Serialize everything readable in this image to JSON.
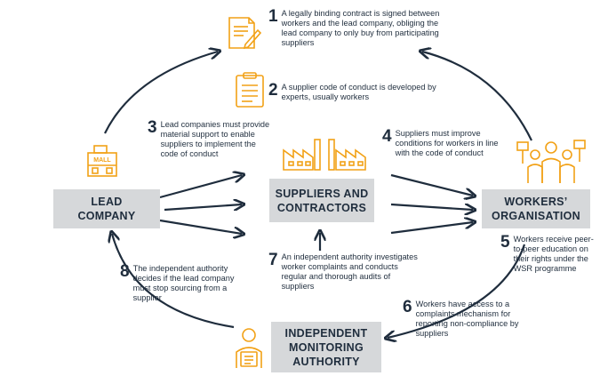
{
  "colors": {
    "accent": "#f2a116",
    "navy": "#1f2d3d",
    "box": "#d6d8da"
  },
  "boxes": {
    "lead": {
      "line1": "LEAD",
      "line2": "COMPANY"
    },
    "suppliers": {
      "line1": "SUPPLIERS AND",
      "line2": "CONTRACTORS"
    },
    "workers": {
      "line1": "WORKERS’",
      "line2": "ORGANISATION"
    },
    "authority": {
      "line1": "INDEPENDENT",
      "line2": "MONITORING",
      "line3": "AUTHORITY"
    }
  },
  "mall_label": "MALL",
  "steps": [
    {
      "num": "1",
      "text": "A legally binding contract is signed between workers and the lead company, obliging the lead company to only buy from participating suppliers"
    },
    {
      "num": "2",
      "text": "A supplier code of conduct is developed by experts, usually workers"
    },
    {
      "num": "3",
      "text": "Lead companies must provide material support to enable suppliers to implement the code of conduct"
    },
    {
      "num": "4",
      "text": "Suppliers must improve conditions for workers in line with the code of conduct"
    },
    {
      "num": "5",
      "text": "Workers receive peer-to-peer education on their rights under the WSR programme"
    },
    {
      "num": "6",
      "text": "Workers have access to a complaints mechanism for reporting non-compliance by suppliers"
    },
    {
      "num": "7",
      "text": "An independent authority investigates worker complaints and conducts regular and thorough audits of suppliers"
    },
    {
      "num": "8",
      "text": "The independent authority decides if the lead company must stop sourcing from a supplier"
    }
  ]
}
